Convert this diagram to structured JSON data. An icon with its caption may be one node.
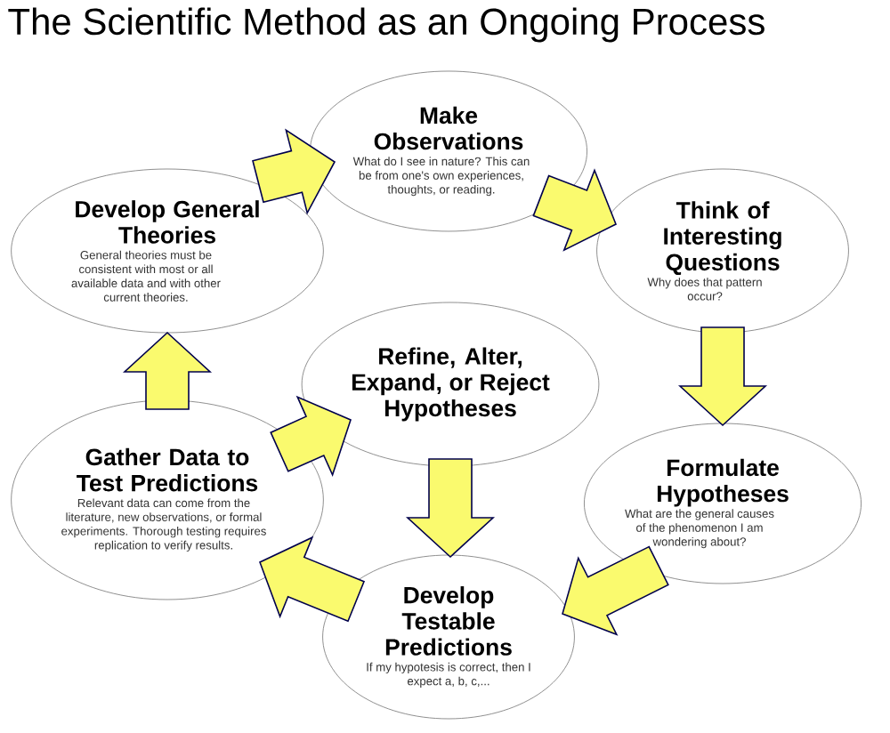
{
  "diagram": {
    "title": "The Scientific Method as an Ongoing Process",
    "nodes": [
      {
        "text": [
          "Make Observations",
          "What do I see in nature? This can be from one's own experiences, thoughts, or reading."
        ]
      },
      {
        "text": [
          "Develop General Theories",
          "General theories must be consistent with most or all available data and with other current theories."
        ]
      },
      {
        "text": [
          "Think of Interesting Questions",
          "Why does that pattern occur?"
        ]
      },
      {
        "text": [
          "Refine, Alter, Expand, or Reject Hypotheses"
        ]
      },
      {
        "text": [
          "Gather Data to Test Predictions",
          "Relevant data can come from the literature, new observations, or formal experiments.  Thorough testing requires replication to verify results."
        ]
      },
      {
        "text": [
          "Formulate Hypotheses",
          "What are the general causes of the phenomenon I am wondering about?"
        ]
      },
      {
        "text": [
          "Develop Testable Predictions",
          "If my hypotesis is correct, then I expect a, b, c,..."
        ]
      }
    ],
    "edges": [
      {
        "from": 0,
        "to": 2,
        "arrow": "to"
      },
      {
        "from": 2,
        "to": 5,
        "arrow": "to"
      },
      {
        "from": 5,
        "to": 6,
        "arrow": "to"
      },
      {
        "from": 6,
        "to": 4,
        "arrow": "to"
      },
      {
        "from": 4,
        "to": 3,
        "arrow": "to"
      },
      {
        "from": 3,
        "to": 6,
        "arrow": "to"
      },
      {
        "from": 4,
        "to": 1,
        "arrow": "to"
      },
      {
        "from": 1,
        "to": 0,
        "arrow": "to"
      }
    ]
  }
}
